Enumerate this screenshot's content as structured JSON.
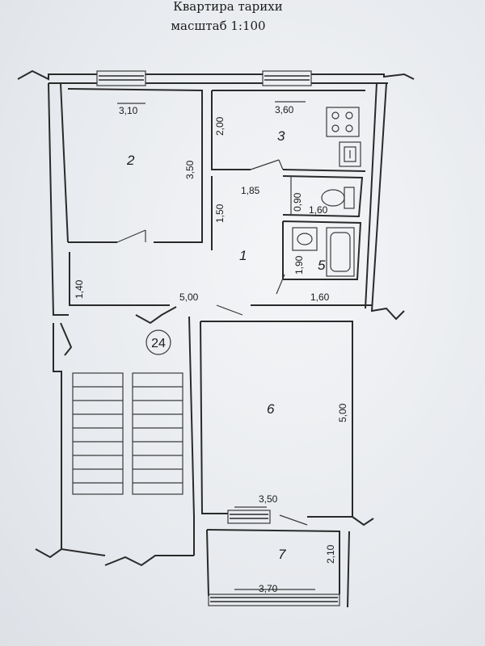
{
  "header": {
    "title": "Квартира тарихи",
    "scale": "масштаб 1:100"
  },
  "apartment_number": "24",
  "rooms": [
    {
      "id": "1",
      "label": "1"
    },
    {
      "id": "2",
      "label": "2"
    },
    {
      "id": "3",
      "label": "3"
    },
    {
      "id": "5",
      "label": "5"
    },
    {
      "id": "6",
      "label": "6"
    },
    {
      "id": "7",
      "label": "7"
    }
  ],
  "dimensions": {
    "room2_width": "3,10",
    "room2_height": "3,50",
    "room3_width": "3,60",
    "room3_height": "2,00",
    "hall_1_85": "1,85",
    "hall_1_50": "1,50",
    "wc_0_90": "0,90",
    "wc_1_60": "1,60",
    "hall_1_40": "1,40",
    "bath_1_90": "1,90",
    "bath_1_60": "1,60",
    "hall_5_00": "5,00",
    "room6_height": "5,00",
    "room6_width": "3,50",
    "room7_height": "2,10",
    "room7_width": "3,70"
  },
  "colors": {
    "line": "#2a2a2a",
    "paper": "#eef0f3"
  }
}
